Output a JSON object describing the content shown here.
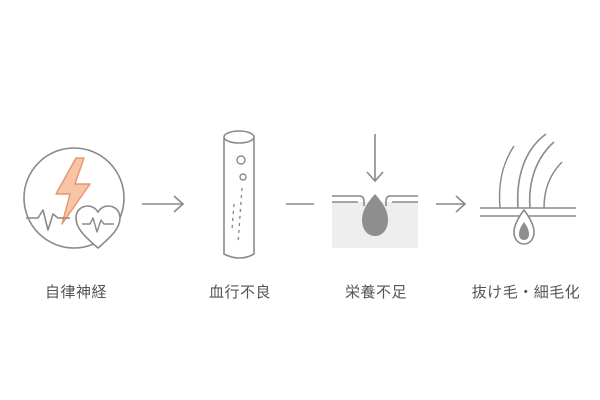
{
  "steps": [
    {
      "label": "自律神経",
      "icon": "autonomic-nerve-icon"
    },
    {
      "label": "血行不良",
      "icon": "blood-vessel-icon"
    },
    {
      "label": "栄養不足",
      "icon": "hair-follicle-nutrient-icon"
    },
    {
      "label": "抜け毛・細毛化",
      "icon": "hair-loss-icon"
    }
  ],
  "connectors": [
    "arrow-right",
    "dash",
    "arrow-right"
  ],
  "colors": {
    "line": "#8a8a8a",
    "accent_fill": "#f7c4a6",
    "accent_stroke": "#e8956a",
    "follicle": "#8e8e8e",
    "skin": "#eeeeee",
    "text": "#555555"
  }
}
